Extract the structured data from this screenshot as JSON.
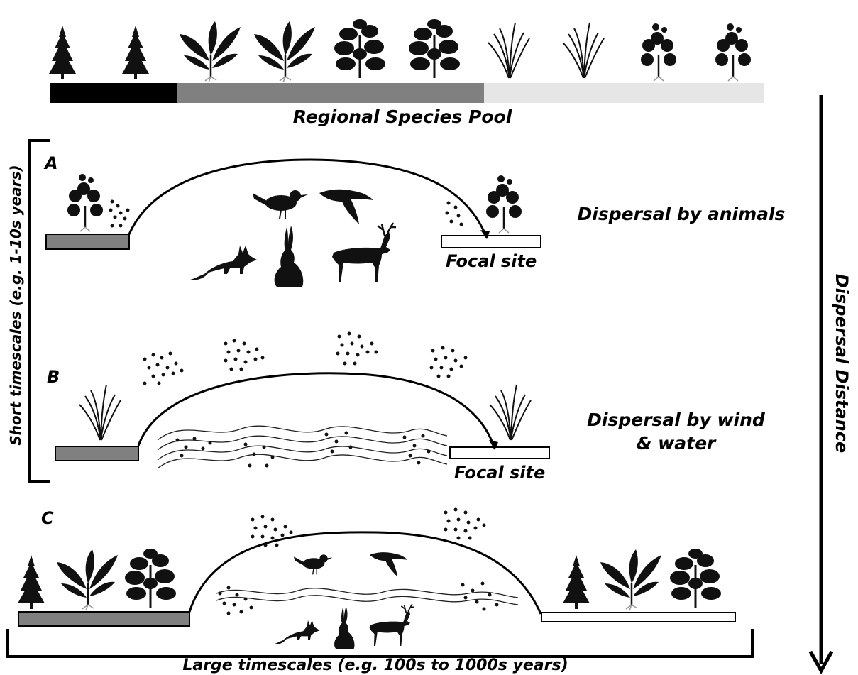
{
  "pool": {
    "label": "Regional Species Pool",
    "segments": [
      {
        "plant_icon": "conifer-tree-icon",
        "color": "#000000"
      },
      {
        "plant_icon": "broadleaf-herb-icon",
        "color": "#808080"
      },
      {
        "plant_icon": "shrub-icon",
        "color": "#808080"
      },
      {
        "plant_icon": "grass-icon",
        "color": "#e6e6e6"
      },
      {
        "plant_icon": "strawberry-plant-icon",
        "color": "#e6e6e6"
      }
    ]
  },
  "panels": [
    {
      "letter": "A",
      "mode": "Dispersal by animals",
      "destination": "Focal site",
      "vectors": [
        "bird-icon",
        "flying-bird-icon",
        "fox-icon",
        "hare-icon",
        "deer-icon"
      ]
    },
    {
      "letter": "B",
      "mode_line1": "Dispersal by wind",
      "mode_line2": "& water",
      "destination": "Focal site",
      "vectors": [
        "seed-cloud-icon",
        "water-wave-icon"
      ]
    },
    {
      "letter": "C",
      "vectors": [
        "seed-cloud-icon",
        "bird-icon",
        "flying-bird-icon",
        "water-wave-icon",
        "fox-icon",
        "hare-icon",
        "deer-icon"
      ]
    }
  ],
  "axes": {
    "short_timescale": "Short timescales (e.g. 1-10s years)",
    "large_timescale": "Large timescales (e.g. 100s to 1000s years)",
    "dispersal_distance": "Dispersal Distance"
  },
  "colors": {
    "source_site": "#808080",
    "focal_site": "#ffffff",
    "ink": "#000000"
  }
}
